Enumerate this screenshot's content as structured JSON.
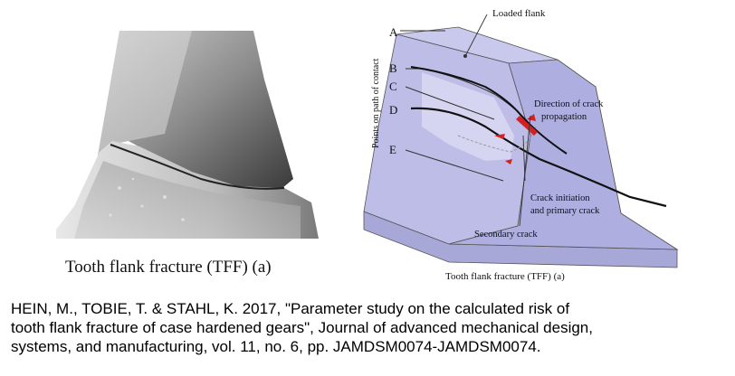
{
  "photo": {
    "caption": "Tooth flank fracture (TFF) (a)"
  },
  "diagram": {
    "loaded_flank_label": "Loaded flank",
    "axis_label": "Points on path of contact",
    "points": [
      "A",
      "B",
      "C",
      "D",
      "E"
    ],
    "direction_label_line1": "Direction of crack",
    "direction_label_line2": "propagation",
    "initiation_label_line1": "Crack initiation",
    "initiation_label_line2": "and primary crack",
    "secondary_label": "Secondary crack",
    "caption": "Tooth flank fracture (TFF) (a)",
    "colors": {
      "tooth_fill": "#b9b9e6",
      "tooth_dark": "#8f8fc9",
      "crack_red": "#d42020"
    }
  },
  "citation": {
    "line1": "HEIN, M., TOBIE, T. & STAHL, K. 2017, \"Parameter study on the calculated risk of",
    "line2": "tooth flank fracture of case hardened gears\", Journal of advanced mechanical design,",
    "line3": "systems, and manufacturing, vol. 11, no. 6, pp. JAMDSM0074-JAMDSM0074."
  }
}
